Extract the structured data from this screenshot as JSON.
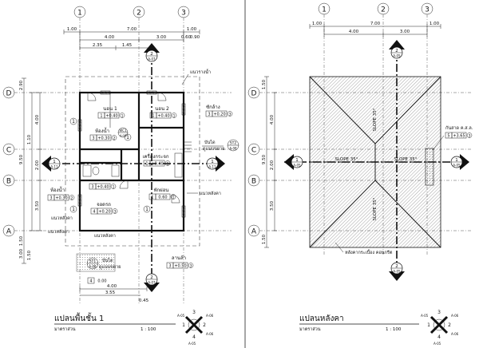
{
  "grid_columns": [
    "1",
    "2",
    "3"
  ],
  "grid_rows": [
    "D",
    "C",
    "B",
    "A"
  ],
  "dims_top": [
    "1.00",
    "7.00",
    "1.00",
    "4.00",
    "3.00",
    "0.60",
    "0.90",
    "2.35",
    "1.45"
  ],
  "dims_left": [
    "2.90",
    "4.00",
    "1.10",
    "9.50",
    "2.00",
    "3.50",
    "1.50",
    "1.50",
    "3.00"
  ],
  "dims_bottom": [
    "4.00",
    "3.55",
    "0.45"
  ],
  "roof_dims_top": [
    "1.00",
    "7.00",
    "1.00",
    "4.00",
    "3.00"
  ],
  "roof_dims_left": [
    "1.50",
    "4.00",
    "9.50",
    "2.00",
    "3.50",
    "1.50"
  ],
  "section_markers": [
    {
      "num": "2",
      "ref": "A-07"
    },
    {
      "num": "1",
      "ref": "A-11"
    },
    {
      "num": "1",
      "ref": "A-11"
    },
    {
      "num": "2",
      "ref": "A-07"
    }
  ],
  "roof_section_markers": [
    {
      "num": "2",
      "ref": "A-05"
    },
    {
      "num": "1",
      "ref": "A-05"
    },
    {
      "num": "1",
      "ref": "A-05"
    },
    {
      "num": "2",
      "ref": "A-05"
    }
  ],
  "rooms": {
    "bed1": {
      "name": "นอน 1",
      "code": "1",
      "level": "+0.40",
      "mark": "1"
    },
    "bed2": {
      "name": "นอน 2",
      "code": "1",
      "level": "+0.40",
      "mark": "1"
    },
    "bath": {
      "name": "ห้องน้ำ",
      "code": "3",
      "level": "+0.30",
      "mark": "2"
    },
    "wash": {
      "name": "ซักล้าง",
      "code": "3",
      "level": "+0.20",
      "mark": "3"
    },
    "toilet2": {
      "name": "ห้องน้ำ",
      "code": "3",
      "level": "+0.30",
      "mark": "2"
    },
    "hall": {
      "name": "เครื่องกระจก",
      "code": "1",
      "level": "+0.40",
      "mark": "1"
    },
    "living": {
      "name": "พักผ่อน",
      "code": "1",
      "level": "0.60",
      "mark": "1"
    },
    "center": {
      "code": "3",
      "level": "+0.40",
      "mark": "1"
    },
    "porch": {
      "name": "จอดรถ",
      "code": "4",
      "level": "+0.20",
      "mark": "3"
    },
    "rear": {
      "name": "ลานล้า",
      "code": "3",
      "level": "+0.50",
      "mark": "3"
    }
  },
  "wc_tag": {
    "text": "WC1",
    "ref": "A-09"
  },
  "stair_tags": [
    {
      "label": "บันได",
      "sub": "ดูแบบขยาย",
      "ref": "ST2",
      "sheet": "A-08"
    },
    {
      "label": "บันได",
      "sub": "ดูแบบขยาย",
      "ref": "ST1",
      "sheet": "A-08"
    }
  ],
  "wall_notes": [
    "แนวรางน้ำ",
    "แนวหลังคา",
    "แนวหลังคา",
    "แนวหลังคา",
    "แนวหลังคา"
  ],
  "room_marks": [
    "1",
    "1",
    "1",
    "1"
  ],
  "bottom_box": {
    "num": "4",
    "level": "0.00"
  },
  "plan_title": "แปลนพื้นชั้น 1",
  "plan_subtitle": "มาตราส่วน",
  "plan_scale": "1 : 100",
  "roof_title": "แปลนหลังคา",
  "roof_subtitle": "มาตราส่วน",
  "roof_scale": "1 : 100",
  "slopes": [
    "SLOPE 35°",
    "SLOPE 35°",
    "SLOPE 35°",
    "SLOPE 35°"
  ],
  "roof_label": "กันสาด ค.ส.ล.",
  "roof_label_code": "5",
  "roof_label_level": "+3.65",
  "roof_label_mark": "3",
  "roof_note": "หลังคากระเบื้อง คอนกรีต",
  "key_a": {
    "top": "3",
    "left": "1",
    "right": "2",
    "bottom": "4",
    "refs": [
      "A-06",
      "A-05",
      "A-06",
      "A-05"
    ]
  },
  "key_b": {
    "top": "3",
    "left": "1",
    "right": "2",
    "bottom": "4",
    "refs": [
      "A-06",
      "A-05",
      "A-06",
      "A-05"
    ]
  }
}
